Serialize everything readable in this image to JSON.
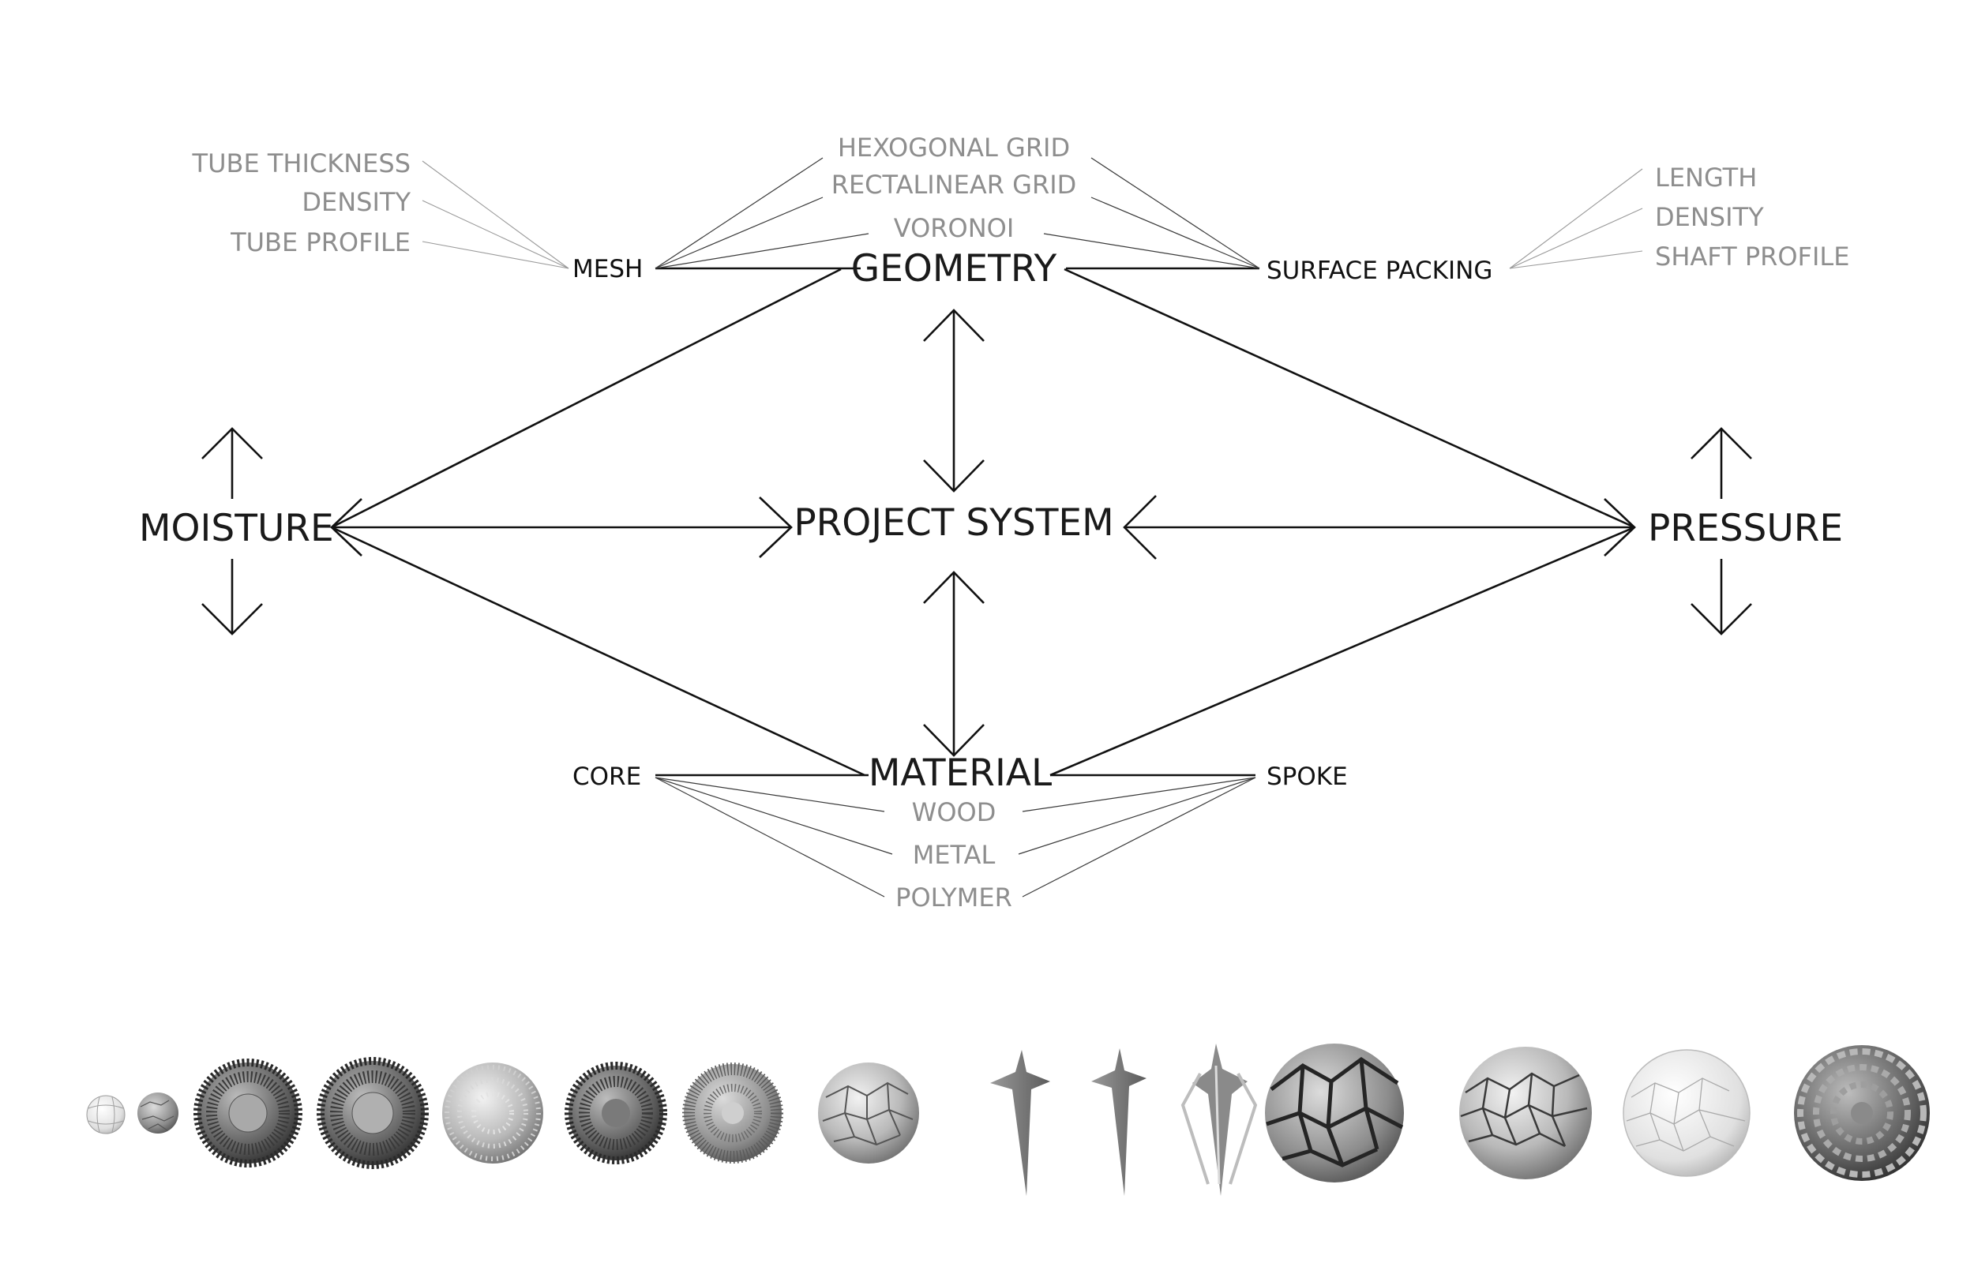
{
  "diagram": {
    "center": "PROJECT SYSTEM",
    "top": "GEOMETRY",
    "bottom": "MATERIAL",
    "left": "MOISTURE",
    "right": "PRESSURE",
    "geometry_branches": {
      "mesh": "MESH",
      "surface_packing": "SURFACE PACKING",
      "grids": [
        "HEXOGONAL GRID",
        "RECTALINEAR GRID",
        "VORONOI"
      ],
      "mesh_params": [
        "TUBE THICKNESS",
        "DENSITY",
        "TUBE PROFILE"
      ],
      "packing_params": [
        "LENGTH",
        "DENSITY",
        "SHAFT PROFILE"
      ]
    },
    "material_branches": {
      "core": "CORE",
      "spoke": "SPOKE",
      "materials": [
        "WOOD",
        "METAL",
        "POLYMER"
      ]
    }
  },
  "specimens": [
    {
      "name": "small-wire-sphere",
      "icon": "sphere-wire"
    },
    {
      "name": "small-textured-sphere",
      "icon": "sphere-dark"
    },
    {
      "name": "bristle-sphere-1",
      "icon": "bristle-sphere"
    },
    {
      "name": "bristle-sphere-2",
      "icon": "bristle-sphere"
    },
    {
      "name": "studded-sphere",
      "icon": "studded-sphere"
    },
    {
      "name": "bristle-sphere-3",
      "icon": "bristle-sphere"
    },
    {
      "name": "fan-sphere",
      "icon": "fan-sphere"
    },
    {
      "name": "voronoi-sphere-small",
      "icon": "voronoi-sphere"
    },
    {
      "name": "spike-1",
      "icon": "spike"
    },
    {
      "name": "spike-2",
      "icon": "spike"
    },
    {
      "name": "spike-3",
      "icon": "spike-layered"
    },
    {
      "name": "voronoi-sphere-large",
      "icon": "voronoi-sphere"
    },
    {
      "name": "voronoi-sphere-fine",
      "icon": "voronoi-sphere"
    },
    {
      "name": "wire-sphere",
      "icon": "wire-sphere"
    },
    {
      "name": "lattice-sphere",
      "icon": "lattice-sphere"
    }
  ]
}
